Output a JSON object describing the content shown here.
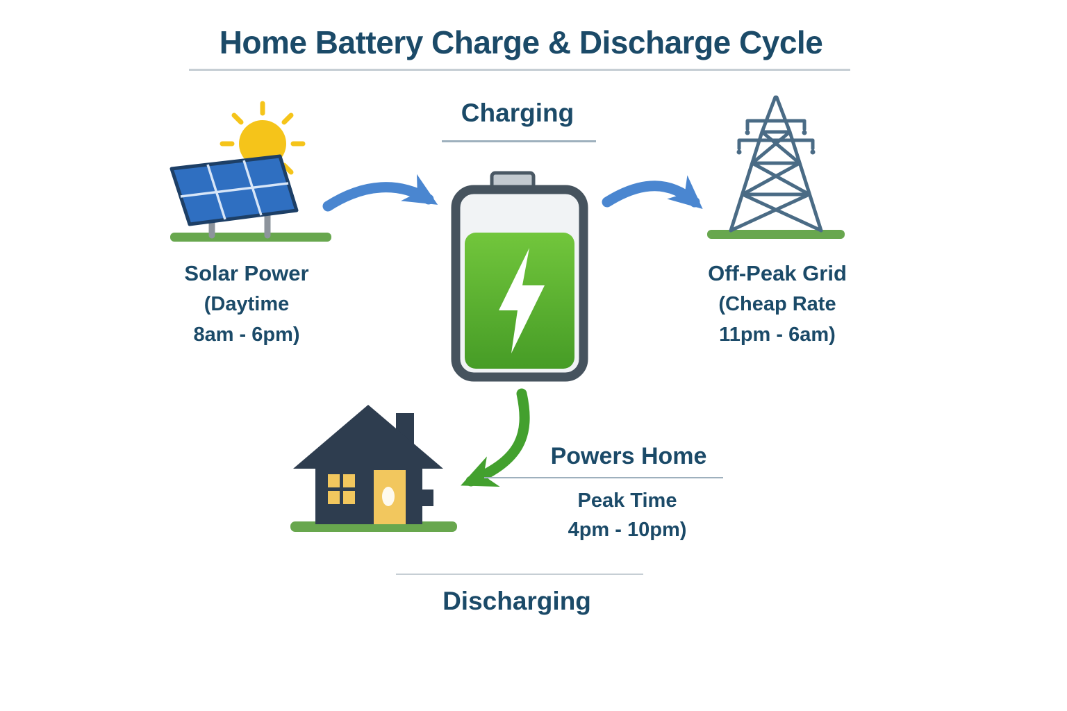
{
  "title": "Home Battery Charge & Discharge Cycle",
  "charging_label": "Charging",
  "discharging_label": "Discharging",
  "solar": {
    "title": "Solar Power",
    "sub1": "(Daytime",
    "sub2": "8am - 6pm)"
  },
  "grid": {
    "title": "Off-Peak Grid",
    "sub1": "(Cheap Rate",
    "sub2": "11pm - 6am)"
  },
  "home": {
    "title": "Powers Home",
    "sub1": "Peak Time",
    "sub2": "4pm - 10pm)"
  },
  "icons": {
    "sun": "sun-icon",
    "solar_panel": "solar-panel-icon",
    "battery": "battery-icon",
    "lightning": "lightning-bolt-icon",
    "tower": "transmission-tower-icon",
    "house": "house-icon",
    "arrow_solar_to_battery": "blue-curved-arrow",
    "arrow_battery_to_grid": "blue-curved-arrow",
    "arrow_battery_to_home": "green-curved-arrow"
  },
  "colors": {
    "text_navy": "#1b4a68",
    "arrow_blue": "#4a86d0",
    "arrow_green": "#43a02e",
    "battery_green_top": "#72c63c",
    "battery_green_bottom": "#469c26",
    "sun_yellow": "#f5c41a",
    "panel_blue": "#2f6fc1",
    "ground_green": "#68a74e",
    "tower_steel": "#4a6b85",
    "house_navy": "#2e3d4f",
    "window_yellow": "#f2c75e",
    "divider_gray": "#c6ced4"
  }
}
